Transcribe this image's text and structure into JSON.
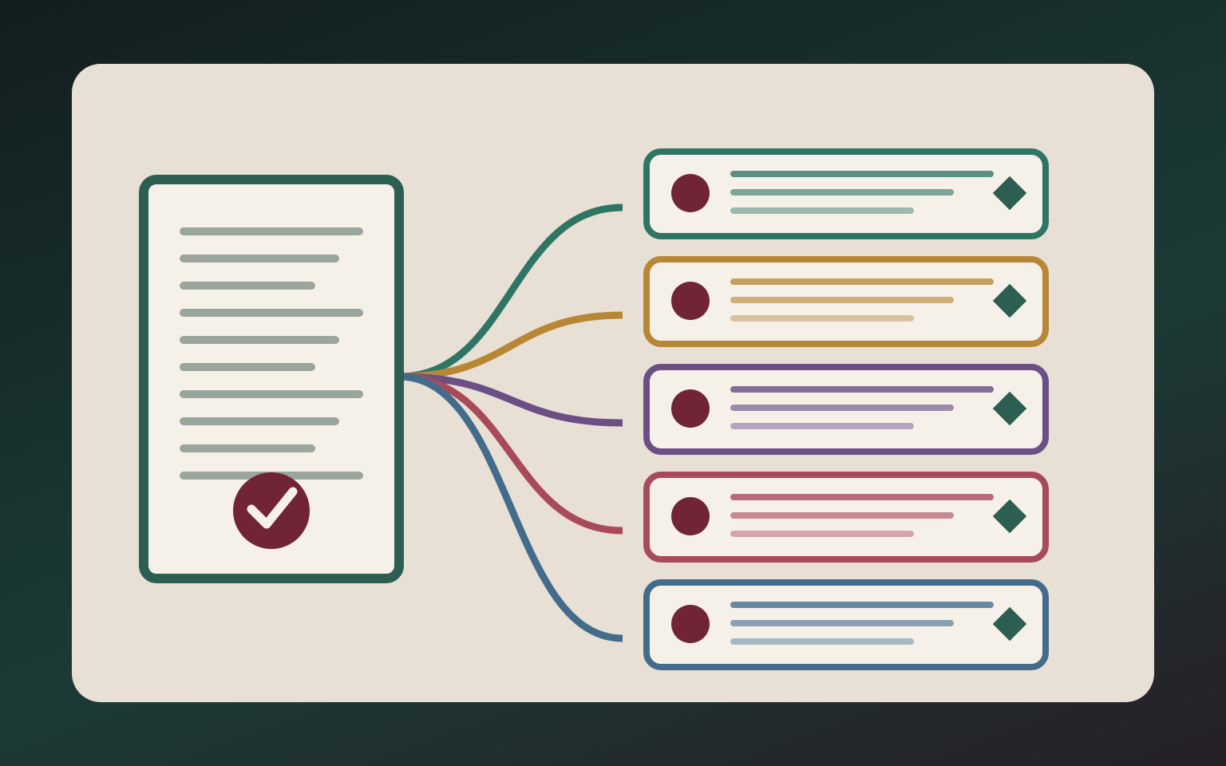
{
  "colors": {
    "background_start": "#121e1d",
    "background_mid": "#1c3a35",
    "background_end": "#261f27",
    "panel": "#e8e0d4",
    "card_fill": "#f6f1e8",
    "document_border": "#2c5e52",
    "document_lines": "#9aa59d",
    "badge": "#702434",
    "diamond": "#2c5e52",
    "check": "#f6f1e8"
  },
  "source_document": {
    "icon": "document-icon",
    "line_count": 10,
    "badge_icon": "checkmark-icon"
  },
  "targets": [
    {
      "id": "green",
      "color": "#2e7566",
      "line_colors": [
        "#5a9081",
        "#7ca597",
        "#9cb9ad"
      ]
    },
    {
      "id": "amber",
      "color": "#b88735",
      "line_colors": [
        "#c79e5f",
        "#d1ad79",
        "#dcc19d"
      ]
    },
    {
      "id": "purple",
      "color": "#6b4f85",
      "line_colors": [
        "#846c99",
        "#9c89ac",
        "#b5a5bf"
      ]
    },
    {
      "id": "rose",
      "color": "#a84a5a",
      "line_colors": [
        "#b86b78",
        "#c88890",
        "#d6a5a9"
      ]
    },
    {
      "id": "blue",
      "color": "#436c8c",
      "line_colors": [
        "#68889f",
        "#88a0b1",
        "#a8b8c3"
      ]
    }
  ],
  "target_icons": {
    "avatar": "avatar-dot-icon",
    "marker": "diamond-icon"
  }
}
